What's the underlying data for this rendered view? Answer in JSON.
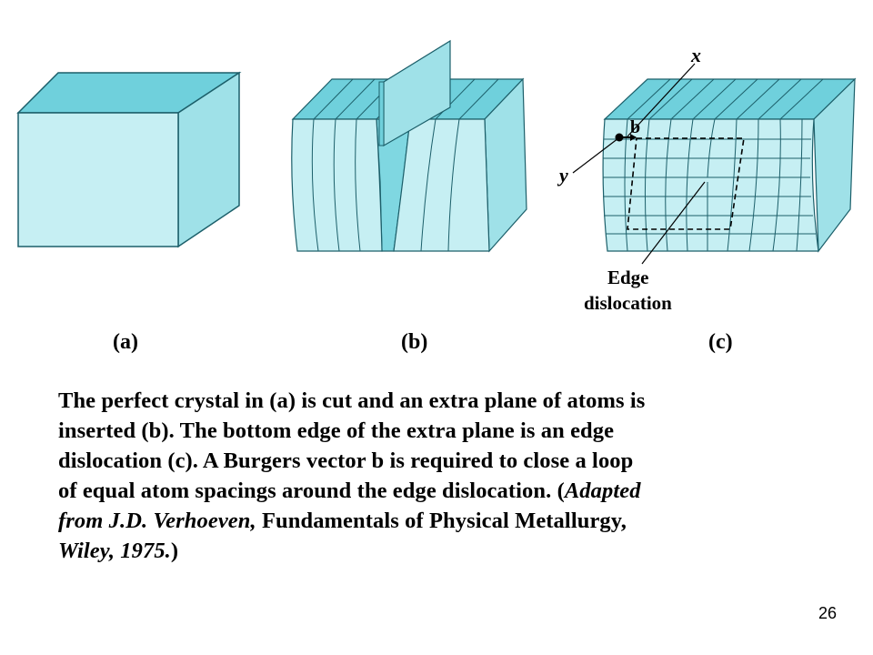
{
  "figure": {
    "panel_labels": {
      "a": "(a)",
      "b": "(b)",
      "c": "(c)"
    },
    "annotations": {
      "x": "x",
      "y": "y",
      "b": "b",
      "edge_line1": "Edge",
      "edge_line2": "dislocation"
    },
    "colors": {
      "front_face": "#c6eff3",
      "top_face": "#6fd0dc",
      "side_face": "#9fe1e8",
      "outline": "#1c5f6a",
      "dashed": "#000000"
    }
  },
  "caption": {
    "line1": "The perfect crystal in (a) is cut and an extra plane of atoms is",
    "line2": "inserted (b). The bottom edge of the extra plane is an edge",
    "line3": "dislocation (c). A Burgers vector b is required to close a loop",
    "line4_start": "of equal atom spacings around the edge dislocation. (",
    "line4_italic": "Adapted",
    "line5_italic": "from J.D. Verhoeven, ",
    "line5_normal": "Fundamentals of Physical Metallurgy,",
    "line6_italic": "Wiley, 1975.",
    "line6_end": ")"
  },
  "slide_number": "26"
}
